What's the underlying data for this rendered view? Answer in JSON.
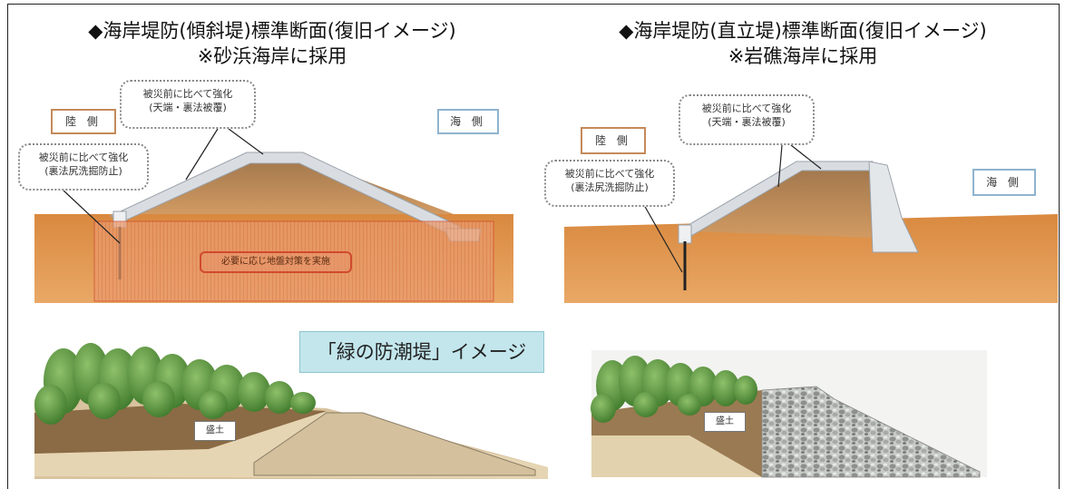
{
  "left": {
    "title_line1": "◆海岸堤防(傾斜堤)標準断面(復旧イメージ)",
    "title_line2": "※砂浜海岸に採用",
    "callout_top_line1": "被災前に比べて強化",
    "callout_top_line2": "(天端・裏法被覆)",
    "callout_side_line1": "被災前に比べて強化",
    "callout_side_line2": "(裏法尻洗掘防止)",
    "land_label": "陸 側",
    "sea_label": "海 側",
    "ground_note": "必要に応じ地盤対策を実施",
    "mound_label": "盛土"
  },
  "right": {
    "title_line1": "◆海岸堤防(直立堤)標準断面(復旧イメージ)",
    "title_line2": "※岩礁海岸に採用",
    "callout_top_line1": "被災前に比べて強化",
    "callout_top_line2": "(天端・裏法被覆)",
    "callout_side_line1": "被災前に比べて強化",
    "callout_side_line2": "(裏法尻洗掘防止)",
    "land_label": "陸 側",
    "sea_label": "海 側",
    "mound_label": "盛土"
  },
  "green_embankment_label": "「緑の防潮堤」イメージ",
  "colors": {
    "soil": "#d98b45",
    "mound": "#a97c53",
    "armor": "#d9dde2",
    "land_border": "#c48a5a",
    "sea_border": "#8fb4cf",
    "label_bg": "#c2e6ec"
  }
}
